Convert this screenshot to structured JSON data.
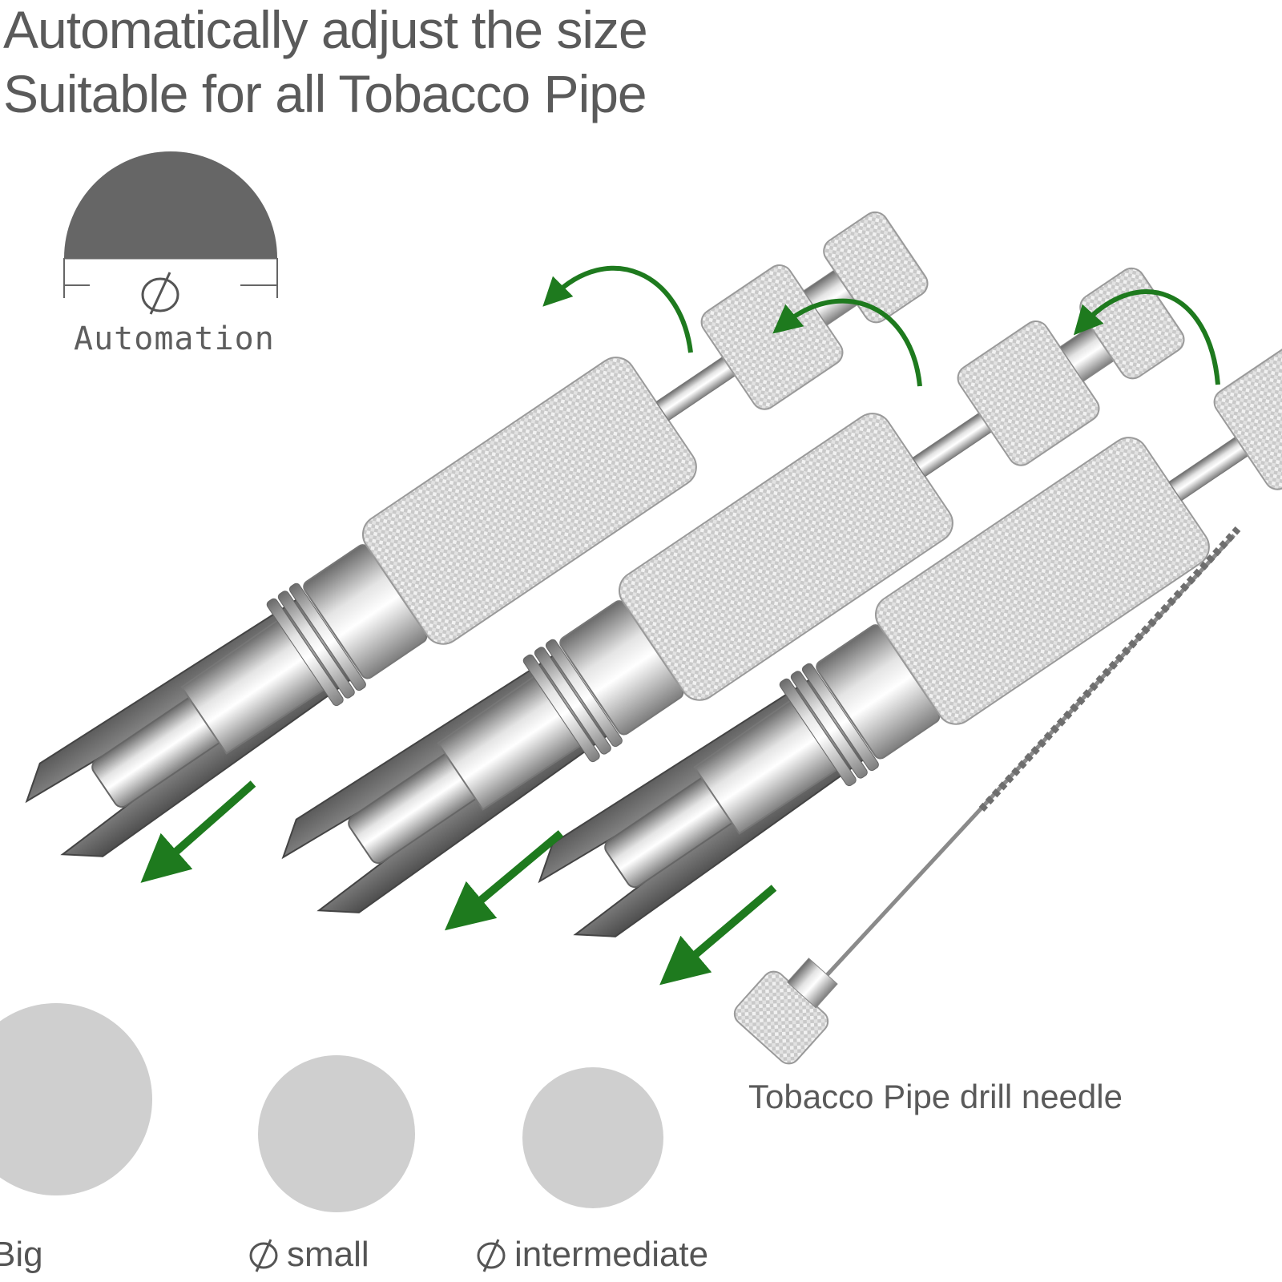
{
  "headline": {
    "line1": "Automatically adjust the size",
    "line2": "Suitable for all Tobacco Pipe"
  },
  "diagram": {
    "diameter_symbol": "ϕ",
    "automation_label": "Automation",
    "fill_color": "#666666"
  },
  "arrows": {
    "color": "#1e7a1e"
  },
  "drill_needle": {
    "caption": "Tobacco Pipe drill needle"
  },
  "sizes": [
    {
      "label": "Big",
      "swatch_color": "#cfcfcf"
    },
    {
      "label": "small",
      "swatch_color": "#cfcfcf"
    },
    {
      "label": "intermediate",
      "swatch_color": "#cfcfcf"
    }
  ]
}
